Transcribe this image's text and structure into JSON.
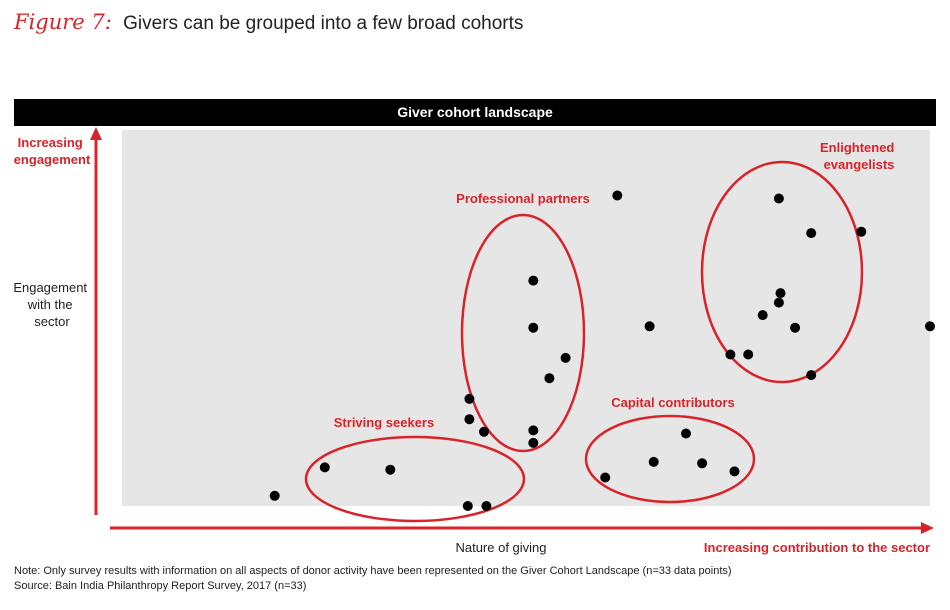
{
  "figure": {
    "label": "Figure 7:",
    "title": "Givers can be grouped into a few broad cohorts"
  },
  "chart_data": {
    "type": "scatter",
    "title": "Giver cohort landscape",
    "xlabel": "Nature of giving",
    "ylabel": "Engagement with the sector",
    "x_arrow_label": "Increasing contribution to the sector",
    "y_arrow_label": "Increasing engagement",
    "xlim": [
      0,
      100
    ],
    "ylim": [
      0,
      100
    ],
    "grid": false,
    "colors": {
      "plot_background": "#e6e6e6",
      "accent": "#d9232a",
      "points": "#000000"
    },
    "cohorts": [
      {
        "name": "Enlightened evangelists"
      },
      {
        "name": "Professional partners"
      },
      {
        "name": "Capital contributors"
      },
      {
        "name": "Striving seekers"
      }
    ],
    "points": [
      {
        "x": 18.9,
        "y": 3.0
      },
      {
        "x": 25.1,
        "y": 11.4
      },
      {
        "x": 33.2,
        "y": 10.7
      },
      {
        "x": 42.8,
        "y": 0.0
      },
      {
        "x": 45.1,
        "y": 0.0
      },
      {
        "x": 43.0,
        "y": 31.6
      },
      {
        "x": 43.0,
        "y": 25.6
      },
      {
        "x": 44.8,
        "y": 21.9
      },
      {
        "x": 50.9,
        "y": 66.5
      },
      {
        "x": 50.9,
        "y": 52.6
      },
      {
        "x": 50.9,
        "y": 22.3
      },
      {
        "x": 50.9,
        "y": 18.6
      },
      {
        "x": 52.9,
        "y": 37.7
      },
      {
        "x": 54.9,
        "y": 43.7
      },
      {
        "x": 61.3,
        "y": 91.6
      },
      {
        "x": 65.3,
        "y": 53.0
      },
      {
        "x": 59.8,
        "y": 8.4
      },
      {
        "x": 65.8,
        "y": 13.0
      },
      {
        "x": 69.8,
        "y": 21.4
      },
      {
        "x": 71.8,
        "y": 12.6
      },
      {
        "x": 75.8,
        "y": 10.2
      },
      {
        "x": 75.3,
        "y": 44.7
      },
      {
        "x": 77.5,
        "y": 44.7
      },
      {
        "x": 79.3,
        "y": 56.3
      },
      {
        "x": 81.3,
        "y": 90.7
      },
      {
        "x": 81.3,
        "y": 60.0
      },
      {
        "x": 81.5,
        "y": 62.8
      },
      {
        "x": 83.3,
        "y": 52.6
      },
      {
        "x": 85.3,
        "y": 80.5
      },
      {
        "x": 85.3,
        "y": 38.6
      },
      {
        "x": 91.5,
        "y": 80.9
      },
      {
        "x": 100.0,
        "y": 53.0
      }
    ]
  },
  "note": "Note: Only survey results with information on all aspects of donor activity have been represented on the Giver Cohort Landscape (n=33 data points)",
  "source": "Source: Bain India Philanthropy Report Survey, 2017 (n=33)"
}
